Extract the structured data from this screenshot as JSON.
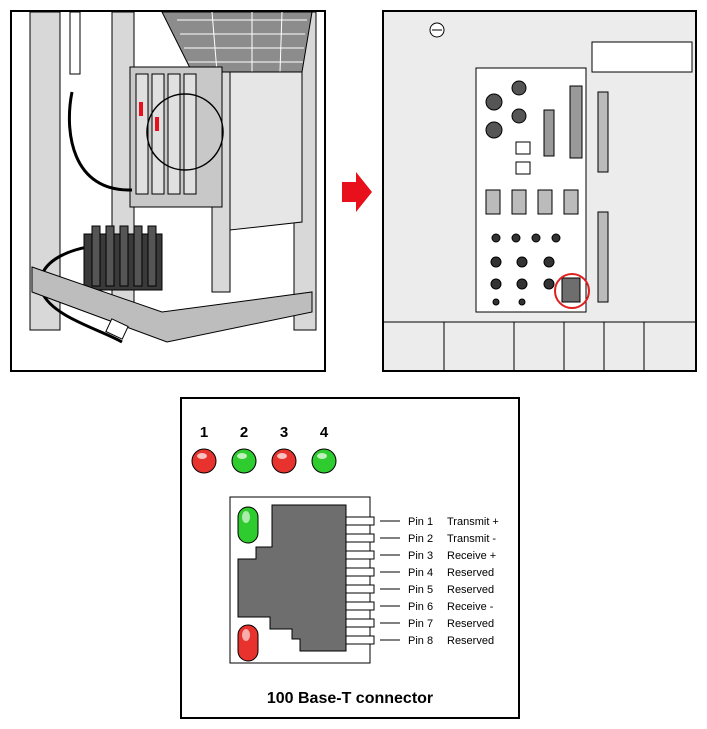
{
  "connector": {
    "caption": "100 Base-T connector",
    "led_numbers": [
      "1",
      "2",
      "3",
      "4"
    ],
    "led_colors": [
      "#e8322d",
      "#2ecc2e",
      "#e8322d",
      "#2ecc2e"
    ],
    "pins": [
      {
        "pin": "Pin 1",
        "signal": "Transmit +"
      },
      {
        "pin": "Pin 2",
        "signal": "Transmit -"
      },
      {
        "pin": "Pin 3",
        "signal": "Receive +"
      },
      {
        "pin": "Pin 4",
        "signal": "Reserved"
      },
      {
        "pin": "Pin 5",
        "signal": "Reserved"
      },
      {
        "pin": "Pin 6",
        "signal": "Receive -"
      },
      {
        "pin": "Pin 7",
        "signal": "Reserved"
      },
      {
        "pin": "Pin 8",
        "signal": "Reserved"
      }
    ],
    "port_led_colors": [
      "#2ecc2e",
      "#e8322d"
    ]
  },
  "colors": {
    "arrow": "#e8101a",
    "highlight_circle": "#e02020",
    "jack_body": "#6e6e6e",
    "grey_fill": "#d8d8d8"
  }
}
